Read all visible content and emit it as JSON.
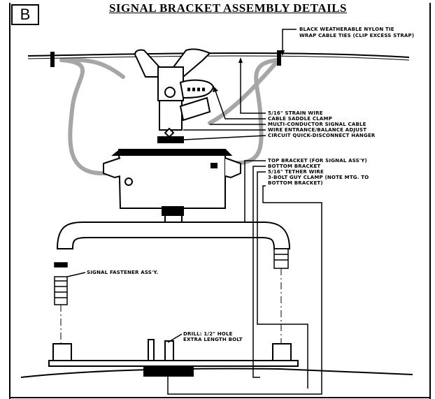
{
  "badge": "B",
  "title": "SIGNAL BRACKET ASSEMBLY DETAILS",
  "callouts": {
    "tie_wraps_1": "BLACK WEATHERABLE NYLON TIE",
    "tie_wraps_2": "WRAP CABLE TIES (CLIP EXCESS STRAP)",
    "strain_wire": "5/16\" STRAIN WIRE",
    "saddle_clamp": "CABLE SADDLE CLAMP",
    "signal_cable": "MULTI-CONDUCTOR SIGNAL CABLE",
    "wire_entrance": "WIRE ENTRANCE/BALANCE ADJUST",
    "disconnect": "CIRCUIT QUICK-DISCONNECT HANGER",
    "top_bracket": "TOP BRACKET (FOR SIGNAL ASS'Y)",
    "bottom_bracket": "BOTTOM BRACKET",
    "tether_wire": "5/16\" TETHER WIRE",
    "guy_clamp_1": "3-BOLT GUY CLAMP (NOTE MTG. TO",
    "guy_clamp_2": "BOTTOM BRACKET)",
    "fastener": "SIGNAL FASTENER ASS'Y.",
    "drill_1": "DRILL: 1/2\" HOLE",
    "drill_2": "EXTRA LENGTH BOLT"
  }
}
